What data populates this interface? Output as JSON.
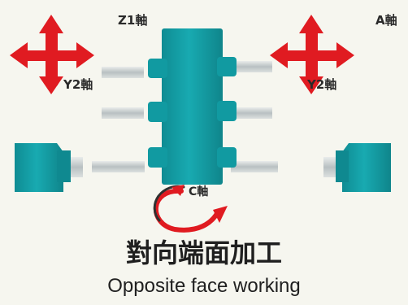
{
  "labels": {
    "top_axis": "Z1軸",
    "right_axis": "A軸",
    "left_mid_axis": "Y2軸",
    "right_mid_axis": "Y2軸",
    "rotation_axis": "C軸"
  },
  "caption": {
    "chinese": "對向端面加工",
    "english": "Opposite face working"
  },
  "colors": {
    "background": "#f6f6ef",
    "part_teal": "#16a5ad",
    "part_dark": "#0e7d84",
    "tool_silver": "#b9c2c4",
    "arrow_red": "#e01b21"
  }
}
